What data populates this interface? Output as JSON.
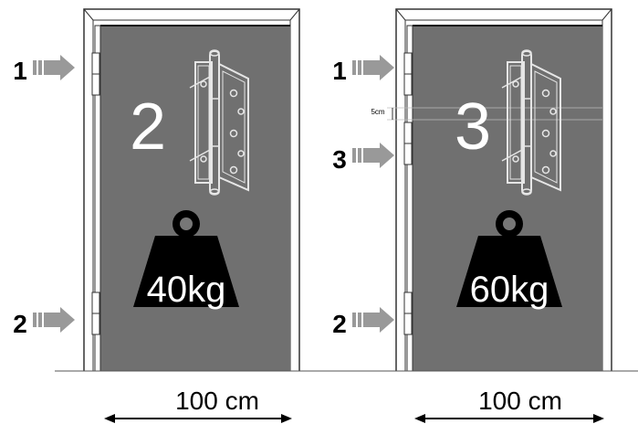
{
  "left_door": {
    "hinge_count": "2",
    "weight": "40kg",
    "markers": {
      "top": "1",
      "bottom": "2"
    },
    "width_label": "100 cm"
  },
  "right_door": {
    "hinge_count": "3",
    "weight": "60kg",
    "markers": {
      "top": "1",
      "middle": "3",
      "bottom": "2"
    },
    "spacing_label": "5cm",
    "width_label": "100 cm"
  },
  "colors": {
    "door_fill": "#707070",
    "frame_line": "#333333",
    "arrow_fill": "#999999",
    "weight_fill": "#000000",
    "hinge_count_text": "#ffffff",
    "hinge_sketch": "#e6e6e6"
  },
  "icons": {
    "arrow": "right-arrow-icon",
    "weight": "weight-icon",
    "hinge": "hinge-icon"
  }
}
